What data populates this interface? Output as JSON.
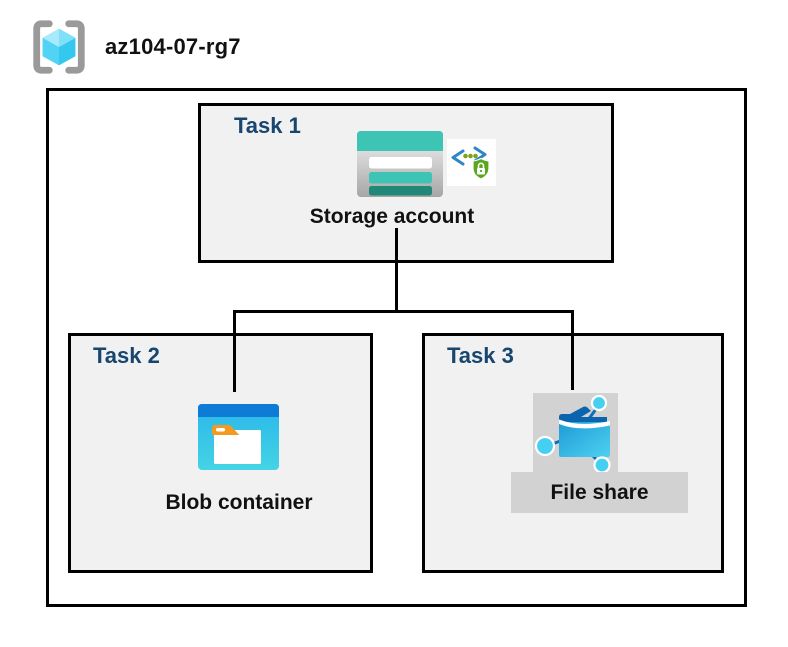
{
  "header": {
    "title": "az104-07-rg7"
  },
  "tasks": {
    "task1": {
      "label": "Task 1",
      "item": "Storage account"
    },
    "task2": {
      "label": "Task 2",
      "item": "Blob container"
    },
    "task3": {
      "label": "Task 3",
      "item": "File share"
    }
  },
  "icons": {
    "resource_group": "resource-group-icon (gray brackets with cyan cube)",
    "storage_account": "storage-account-icon (teal striped card)",
    "secured_endpoint": "secured-endpoint-icon (blue code brackets, green dots, green shield with lock)",
    "blob_container": "blob-container-icon (blue window with white folder and orange tab)",
    "file_share": "file-share-icon (blue folder with network nodes)"
  },
  "colors": {
    "task_label_blue": "#17466F",
    "box_fill_gray": "#F1F1F1",
    "border_black": "#000000",
    "storage_teal": "#3EC4B4",
    "storage_teal_dark": "#218779",
    "blob_top_blue": "#0E7BD7",
    "blob_cyan": "#2FBCEC",
    "tab_orange": "#F49A1F",
    "shield_green": "#58A71D",
    "code_bracket_blue": "#2E86C8",
    "dot_olive": "#7CA51C",
    "cube_cyan": "#52D3F4",
    "bracket_gray": "#9A9A9A",
    "badge_gray": "#D2D2D2",
    "node_blue": "#0E6FB8",
    "node_cyan": "#45D0F2"
  }
}
